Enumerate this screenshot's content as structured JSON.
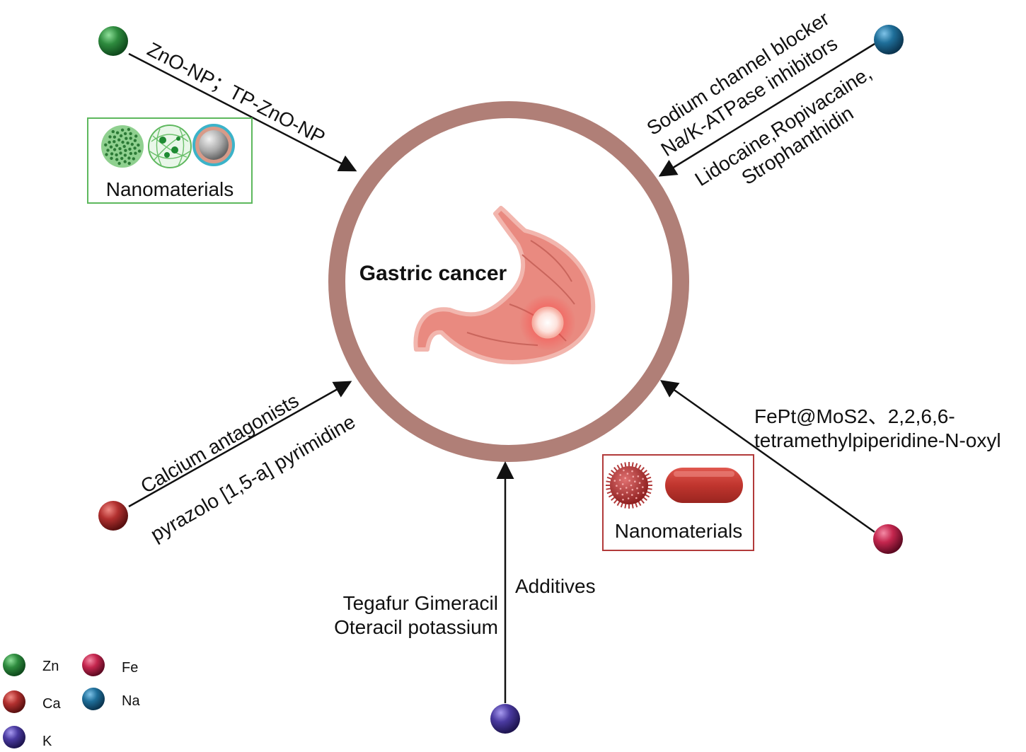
{
  "center": {
    "title": "Gastric cancer"
  },
  "ions": {
    "zn": {
      "line1": "ZnO-NP；TP-ZnO-NP",
      "box_label": "Nanomaterials",
      "color": "#2e8b3e"
    },
    "na": {
      "line1": "Sodium channel blocker",
      "line2": "Na/K-ATPase inhibitors",
      "line3": "Lidocaine,Ropivacaine,",
      "line4": "Strophanthidin",
      "color": "#1f6f9a"
    },
    "ca": {
      "line1": "Calcium antagonists",
      "line2": "pyrazolo [1,5-a] pyrimidine",
      "color": "#b2302f"
    },
    "k": {
      "line1": "Tegafur Gimeracil",
      "line2": "Oteracil potassium",
      "line3": "Additives",
      "color": "#4a3aa0"
    },
    "fe": {
      "line1": "FePt@MoS2、2,2,6,6-",
      "line2": "tetramethylpiperidine-N-oxyl",
      "box_label": "Nanomaterials",
      "color": "#c4264e"
    }
  },
  "legend": [
    {
      "symbol": "Zn",
      "color": "#2e8b3e"
    },
    {
      "symbol": "Fe",
      "color": "#c4264e"
    },
    {
      "symbol": "Ca",
      "color": "#b2302f"
    },
    {
      "symbol": "Na",
      "color": "#1f6f9a"
    },
    {
      "symbol": "K",
      "color": "#4a3aa0"
    }
  ]
}
